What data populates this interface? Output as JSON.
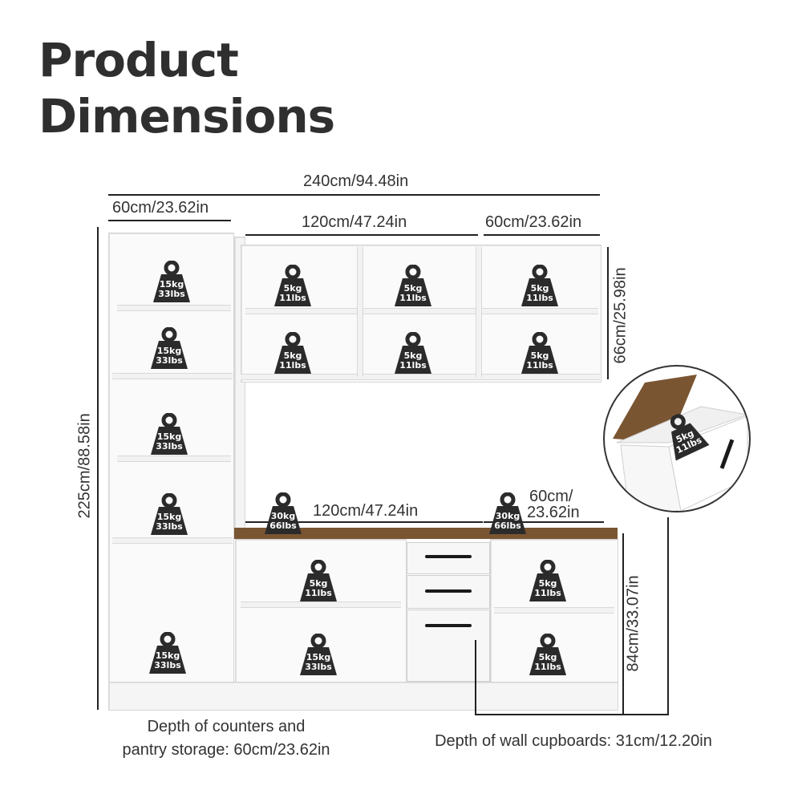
{
  "title": [
    "Product",
    "Dimensions"
  ],
  "dims": {
    "total_width": "240cm/94.48in",
    "pantry_width": "60cm/23.62in",
    "wall_left_width": "120cm/47.24in",
    "wall_right_width": "60cm/23.62in",
    "wall_height": "66cm/25.98in",
    "total_height": "225cm/88.58in",
    "counter_left_width": "120cm/47.24in",
    "counter_right_width_line1": "60cm/",
    "counter_right_width_line2": "23.62in",
    "counter_height": "84cm/33.07in"
  },
  "weights": {
    "w15": [
      "15kg",
      "33lbs"
    ],
    "w5": [
      "5kg",
      "11lbs"
    ],
    "w30": [
      "30kg",
      "66lbs"
    ]
  },
  "notes": {
    "counter_depth_line1": "Depth of counters and",
    "counter_depth_line2": "pantry storage: 60cm/23.62in",
    "wall_depth": "Depth of wall cupboards: 31cm/12.20in"
  },
  "colors": {
    "wood": "#7a5532",
    "weight_icon": "#2b2b2b",
    "panel": "#fafafa"
  }
}
